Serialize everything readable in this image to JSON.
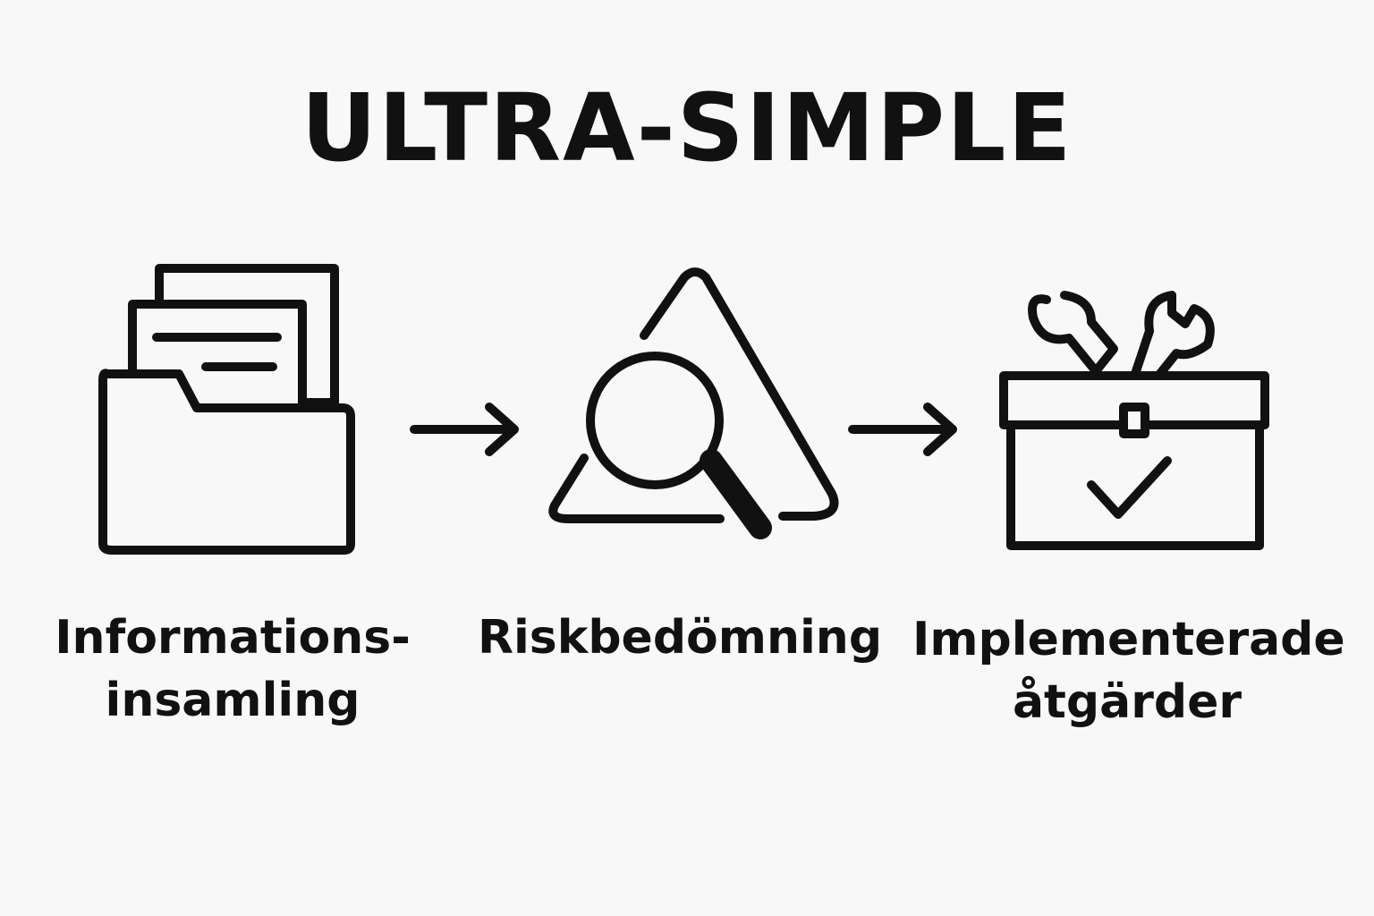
{
  "title": "ULTRA-SIMPLE",
  "steps": [
    {
      "icon": "folder-documents-icon",
      "line1": "Informations-",
      "line2": "insamling"
    },
    {
      "icon": "warning-triangle-magnifier-icon",
      "line1": "Riskbedömning"
    },
    {
      "icon": "toolbox-wrenches-check-icon",
      "line1": "Implementerade",
      "line2": "åtgärder"
    }
  ],
  "colors": {
    "stroke": "#111111",
    "background": "#f8f8f8"
  }
}
